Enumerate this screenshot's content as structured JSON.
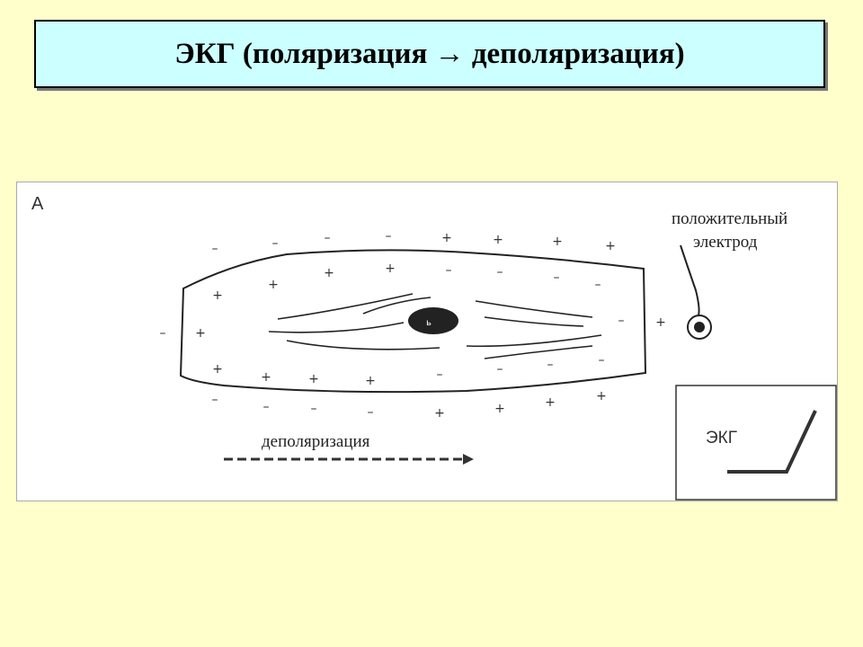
{
  "slide": {
    "title": "ЭКГ (поляризация → деполяризация)"
  },
  "figure": {
    "panel_label": "A",
    "electrode_label_line1": "положительный",
    "electrode_label_line2": "электрод",
    "depolarization_label": "деполяризация",
    "ecg_label": "ЭКГ",
    "outside_left_sign": "–",
    "outside_right_sign": "+",
    "top_outer_signs": [
      "–",
      "–",
      "–",
      "–",
      "+",
      "+",
      "+",
      "+"
    ],
    "top_inner_signs": [
      "+",
      "+",
      "+",
      "+",
      "–",
      "–",
      "–",
      "–"
    ],
    "bottom_inner_signs": [
      "+",
      "+",
      "+",
      "+",
      "–",
      "–",
      "–",
      "–"
    ],
    "bottom_outer_signs": [
      "–",
      "–",
      "–",
      "–",
      "+",
      "+",
      "+",
      "+"
    ],
    "left_inner_sign": "+",
    "right_inner_sign": "–"
  },
  "colors": {
    "background": "#ffffcc",
    "title_box": "#ccffff"
  }
}
